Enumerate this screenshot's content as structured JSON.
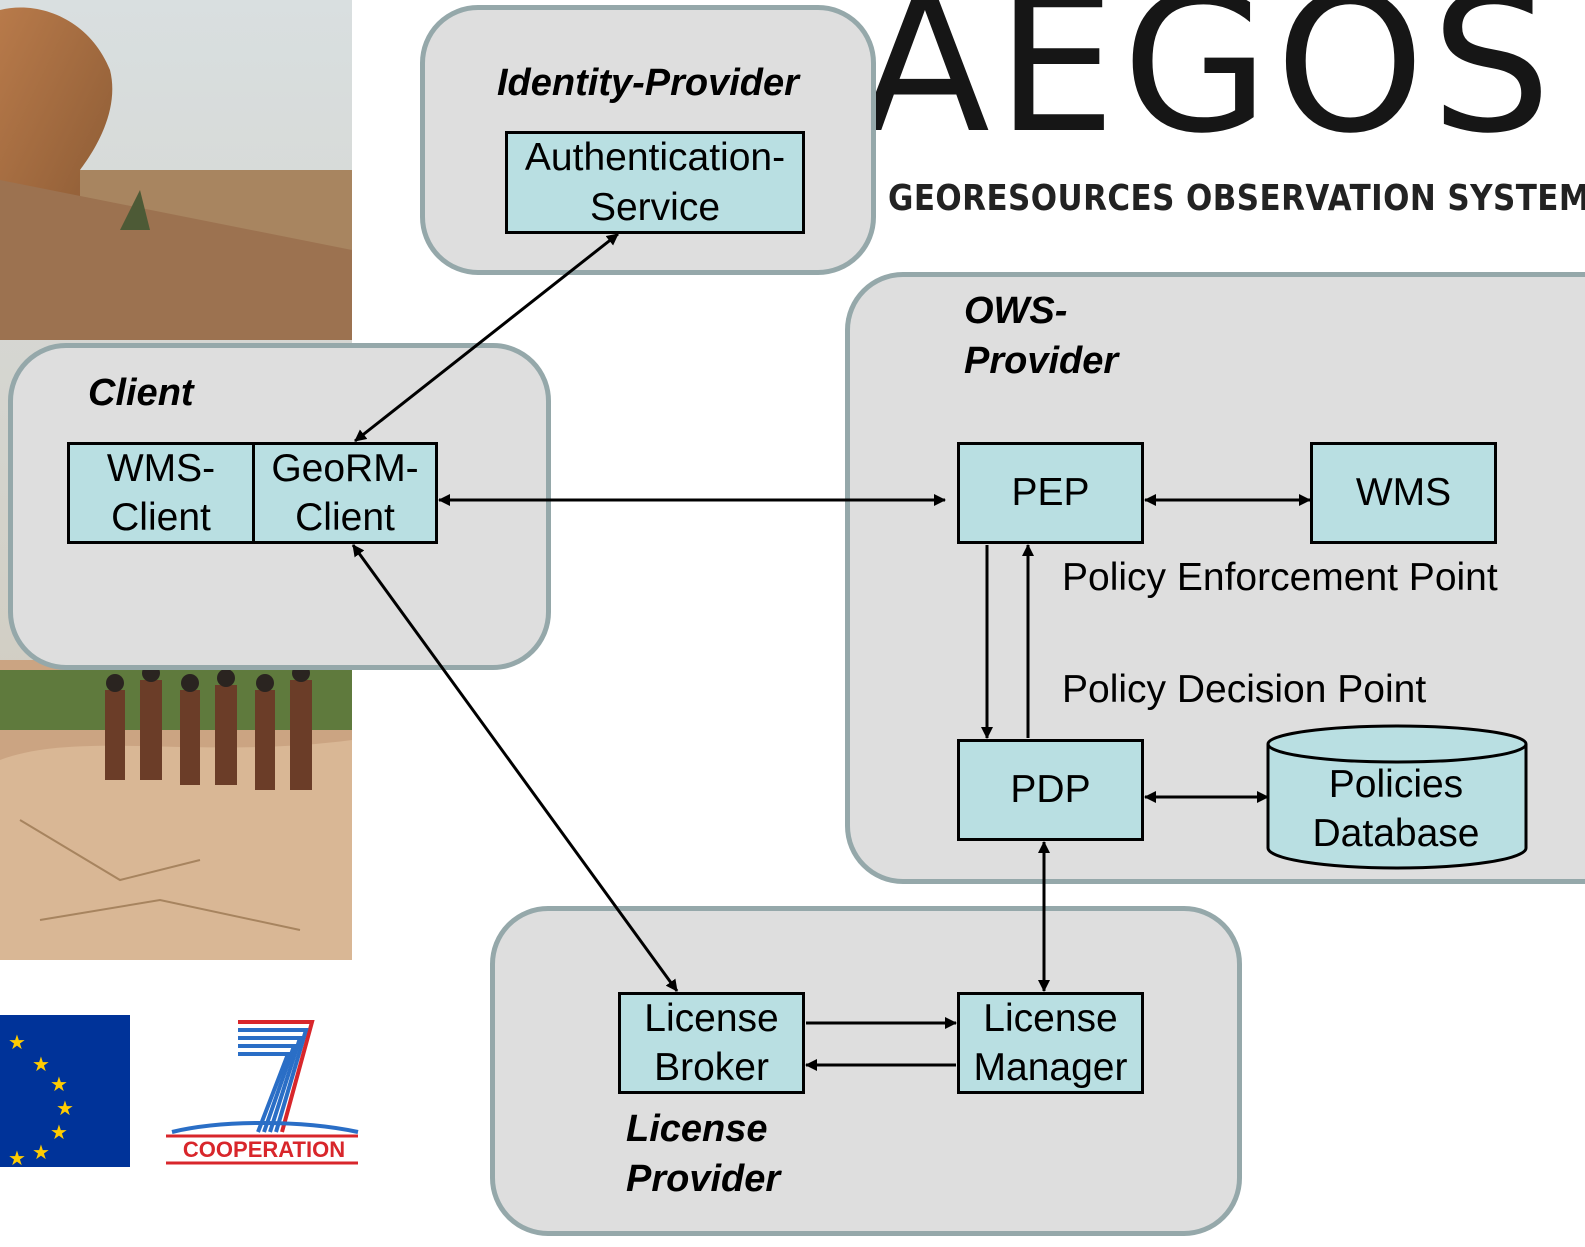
{
  "logo": {
    "wordmark": "AEGOS",
    "subtitle": "GEORESOURCES OBSERVATION SYSTEM"
  },
  "footer_logos": {
    "eu_flag": "eu-flag",
    "fp7_label": "COOPERATION"
  },
  "groups": {
    "identity_provider": {
      "title": "Identity-Provider"
    },
    "client": {
      "title": "Client"
    },
    "ows_provider": {
      "title_line1": "OWS-",
      "title_line2": "Provider"
    },
    "license_provider": {
      "title_line1": "License",
      "title_line2": "Provider"
    }
  },
  "nodes": {
    "auth_service": {
      "line1": "Authentication-",
      "line2": "Service"
    },
    "wms_client": {
      "line1": "WMS-",
      "line2": "Client"
    },
    "georm_client": {
      "line1": "GeoRM-",
      "line2": "Client"
    },
    "pep": {
      "line1": "PEP"
    },
    "wms": {
      "line1": "WMS"
    },
    "pdp": {
      "line1": "PDP"
    },
    "policies_db": {
      "line1": "Policies",
      "line2": "Database"
    },
    "license_broker": {
      "line1": "License",
      "line2": "Broker"
    },
    "license_manager": {
      "line1": "License",
      "line2": "Manager"
    }
  },
  "annotations": {
    "pep_caption": "Policy Enforcement Point",
    "pdp_caption": "Policy Decision Point"
  },
  "colors": {
    "group_fill": "#dedede",
    "group_border": "#95a8aa",
    "node_fill": "#b9dfe2",
    "eu_blue": "#003399",
    "eu_star": "#ffcc00",
    "fp7_red": "#d8262b",
    "fp7_blue": "#2a6ec6"
  }
}
